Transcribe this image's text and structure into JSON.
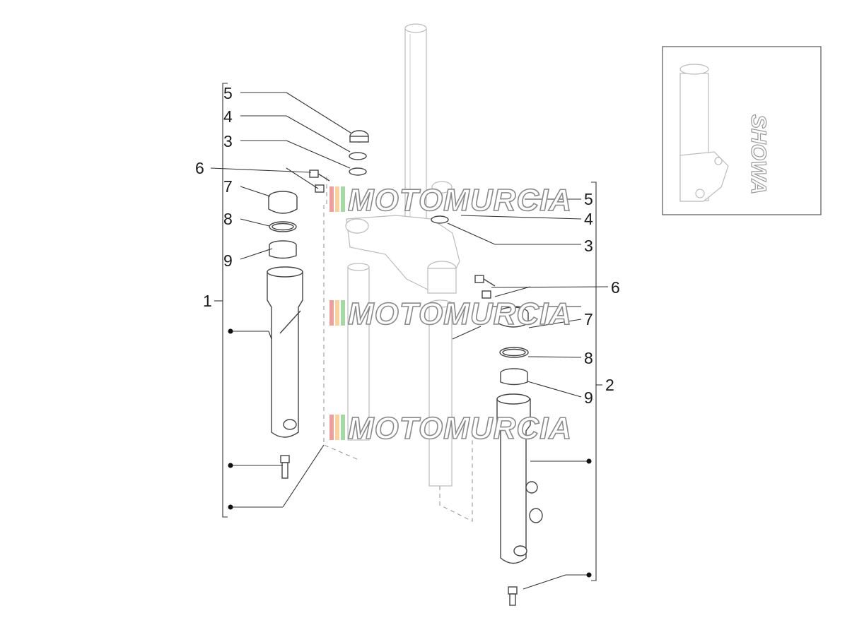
{
  "callouts": {
    "left": {
      "c5": "5",
      "c4": "4",
      "c3": "3",
      "c6": "6",
      "c7": "7",
      "c8": "8",
      "c9": "9",
      "c1": "1"
    },
    "right": {
      "c5": "5",
      "c4": "4",
      "c3": "3",
      "c6": "6",
      "c7": "7",
      "c8": "8",
      "c9": "9",
      "c2": "2"
    }
  },
  "watermark": {
    "text": "MOTOMURCIA"
  },
  "inset": {
    "brand": "SHOWA"
  },
  "colors": {
    "line": "#333333",
    "faint": "#bbbbbb",
    "stripe_red": "#d9534f",
    "stripe_orange": "#f0ad4e",
    "stripe_green": "#5cb85c"
  }
}
